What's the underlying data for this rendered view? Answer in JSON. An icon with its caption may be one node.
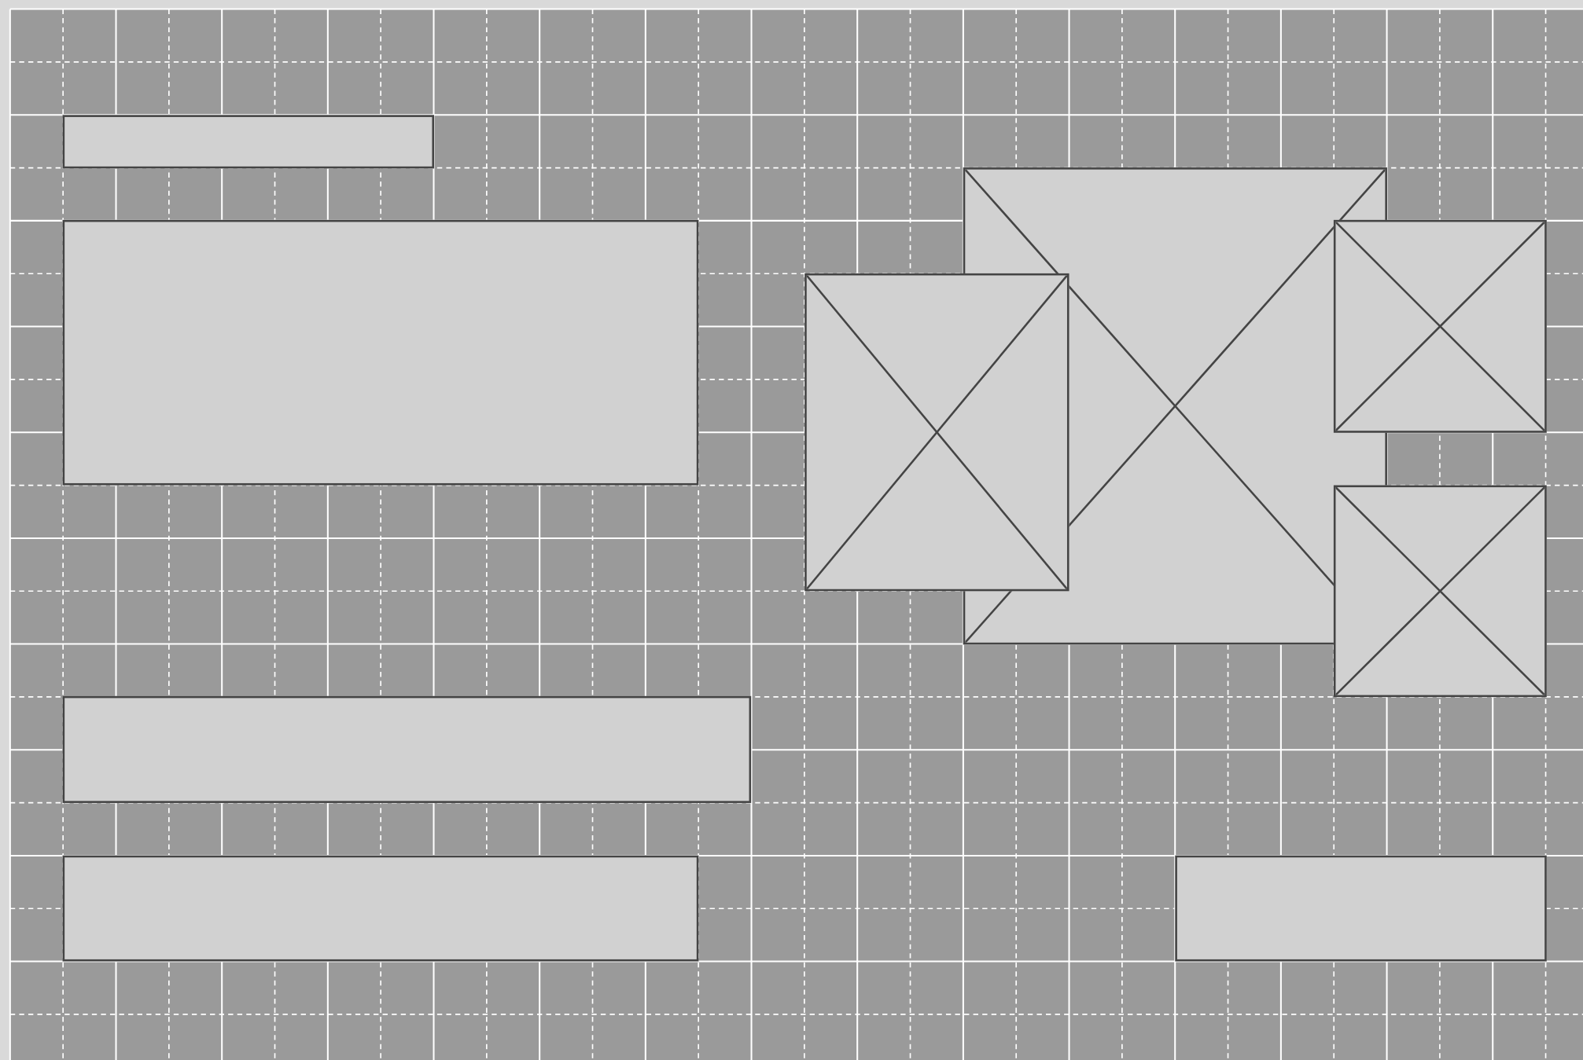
{
  "diagram": {
    "nodes": [
      {
        "text": [],
        "shape": "box"
      },
      {
        "text": [],
        "shape": "placeholder"
      },
      {
        "text": [],
        "shape": "box"
      },
      {
        "text": [],
        "shape": "placeholder"
      },
      {
        "text": [],
        "shape": "placeholder"
      },
      {
        "text": [],
        "shape": "placeholder"
      },
      {
        "text": [],
        "shape": "box"
      },
      {
        "text": [],
        "shape": "box"
      },
      {
        "text": [],
        "shape": "box"
      }
    ]
  }
}
